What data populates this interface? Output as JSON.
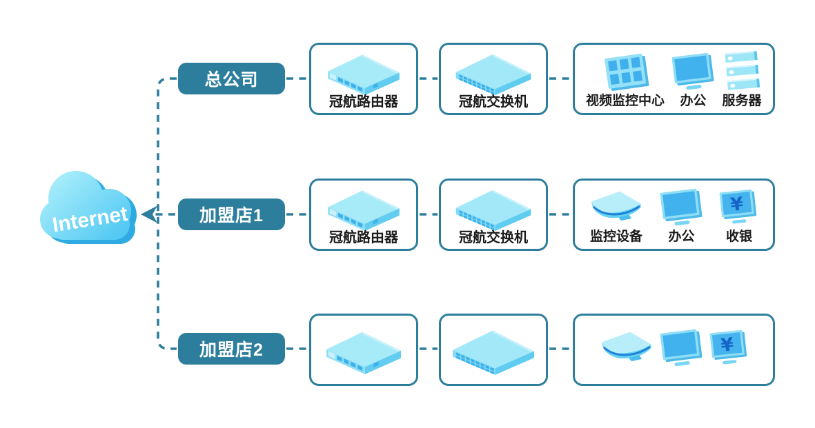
{
  "cloud": {
    "label": "Internet"
  },
  "branches": [
    {
      "name": "总公司",
      "router_label": "冠航路由器",
      "switch_label": "冠航交换机",
      "devices": [
        {
          "icon": "video-wall-icon",
          "label": "视频监控中心"
        },
        {
          "icon": "office-monitor-icon",
          "label": "办公"
        },
        {
          "icon": "server-rack-icon",
          "label": "服务器"
        }
      ]
    },
    {
      "name": "加盟店1",
      "router_label": "冠航路由器",
      "switch_label": "冠航交换机",
      "devices": [
        {
          "icon": "surveillance-camera-icon",
          "label": "监控设备"
        },
        {
          "icon": "office-monitor-icon",
          "label": "办公"
        },
        {
          "icon": "cash-register-icon",
          "label": "收银"
        }
      ]
    },
    {
      "name": "加盟店2",
      "router_label": "",
      "switch_label": "",
      "devices": [
        {
          "icon": "surveillance-camera-icon",
          "label": ""
        },
        {
          "icon": "office-monitor-icon",
          "label": ""
        },
        {
          "icon": "cash-register-icon",
          "label": ""
        }
      ]
    }
  ],
  "icons": {
    "cash_currency_glyph": "¥"
  },
  "colors": {
    "accent_teal": "#2d7e9d",
    "device_cyan_light": "#a7eaf8",
    "device_cyan_mid": "#66d2f3",
    "device_blue": "#3db2ea",
    "cash_symbol_blue": "#1565c8",
    "text_dark": "#1a1a1a",
    "background": "#ffffff"
  }
}
